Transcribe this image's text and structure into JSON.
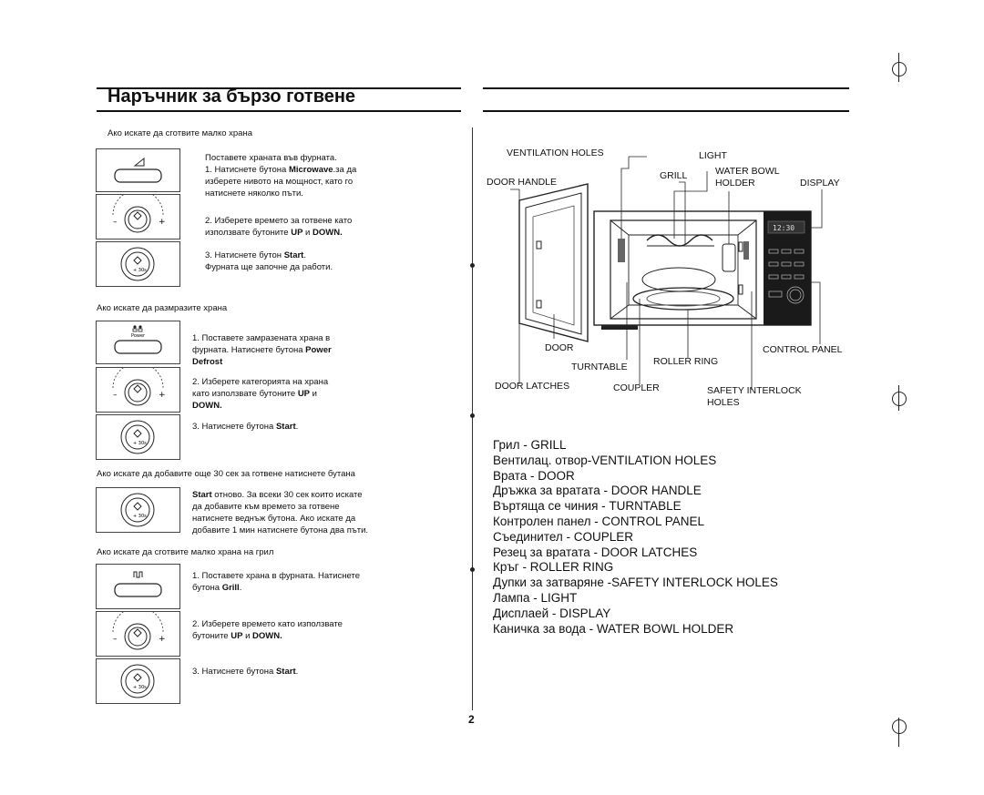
{
  "title": "Наръчник за бързо готвене",
  "sections": {
    "small_cook": {
      "heading": "Ако искате да сготвите малко храна",
      "step1_line1": "Поставете храната във фурната.",
      "step1_line2_a": "1. Натиснете бутона ",
      "step1_line2_b": "Microwave",
      "step1_line2_c": ".за да",
      "step1_line3": "изберете нивото на мощност, като го",
      "step1_line4": "натиснете няколко пъти.",
      "step2_line1": "2. Изберете времето за готвене като",
      "step2_line2_a": "използвате бутоните ",
      "step2_up": "UP",
      "step2_and": " и ",
      "step2_down": "DOWN.",
      "step3_line1_a": "3. Натиснете бутон ",
      "step3_start": "Start",
      "step3_line1_c": ".",
      "step3_line2": "Фурната ще започне да работи."
    },
    "defrost": {
      "heading": "Ако искате да размразите храна",
      "step1_line1": "1. Поставете замразената храна в",
      "step1_line2_a": "фурната. Натиснете бутона ",
      "step1_power": "Power",
      "step1_defrost": "Defrost",
      "step2_line1": "2. Изберете категорията на храна",
      "step2_line2_a": "като използвате бутоните ",
      "step2_up": "UP",
      "step2_and": " и",
      "step2_down": "DOWN.",
      "step3_a": "3. Натиснете бутона ",
      "step3_start": "Start",
      "step3_c": "."
    },
    "add30": {
      "heading": "Ако искате да добавите още 30 сек за готвене натиснете бутана",
      "line1_start": "Start",
      "line1_rest": " отново. За всеки 30 сек които искате",
      "line2": "да добавите към времето за готвене",
      "line3": "натиснете веднъж бутона. Ако искате да",
      "line4": "добавите 1 мин натиснете бутона два пъти."
    },
    "grill": {
      "heading": "Ако искате да сготвите малко храна на грил",
      "step1_line1": "1. Поставете храна в фурната. Натиснете",
      "step1_line2_a": "бутона ",
      "step1_grill": "Grill",
      "step1_line2_c": ".",
      "step2_line1": "2. Изберете времето като използвате",
      "step2_line2_a": "бутоните ",
      "step2_up": "UP",
      "step2_and": " и ",
      "step2_down": "DOWN.",
      "step3_a": "3. Натиснете бутона ",
      "step3_start": "Start",
      "step3_c": "."
    }
  },
  "button_labels": {
    "power_caption": "Power",
    "dial_plus30": "+ 30s",
    "display_time": "12:30"
  },
  "diagram_labels": {
    "ventilation_holes": "VENTILATION HOLES",
    "light": "LIGHT",
    "grill": "GRILL",
    "water_bowl": "WATER BOWL",
    "holder": "HOLDER",
    "door_handle": "DOOR HANDLE",
    "display": "DISPLAY",
    "door": "DOOR",
    "turntable": "TURNTABLE",
    "roller_ring": "ROLLER RING",
    "control_panel": "CONTROL PANEL",
    "door_latches": "DOOR LATCHES",
    "coupler": "COUPLER",
    "safety_interlock": "SAFETY INTERLOCK",
    "holes": "HOLES"
  },
  "legend": [
    "Грил - GRILL",
    "Вентилац. отвор-VENTILATION HOLES",
    "Врата - DOOR",
    "Дръжка за вратата -  DOOR HANDLE",
    "Въртяща се чиния - TURNTABLE",
    "Контролен панел - CONTROL PANEL",
    "Съединител - COUPLER",
    "Резец за вратата - DOOR LATCHES",
    "Кръг - ROLLER RING",
    "Дупки за затваряне -SAFETY INTERLOCK HOLES",
    "Лампа - LIGHT",
    "Дисплаей - DISPLAY",
    "Каничка за вода - WATER BOWL HOLDER"
  ],
  "page_number": "2"
}
